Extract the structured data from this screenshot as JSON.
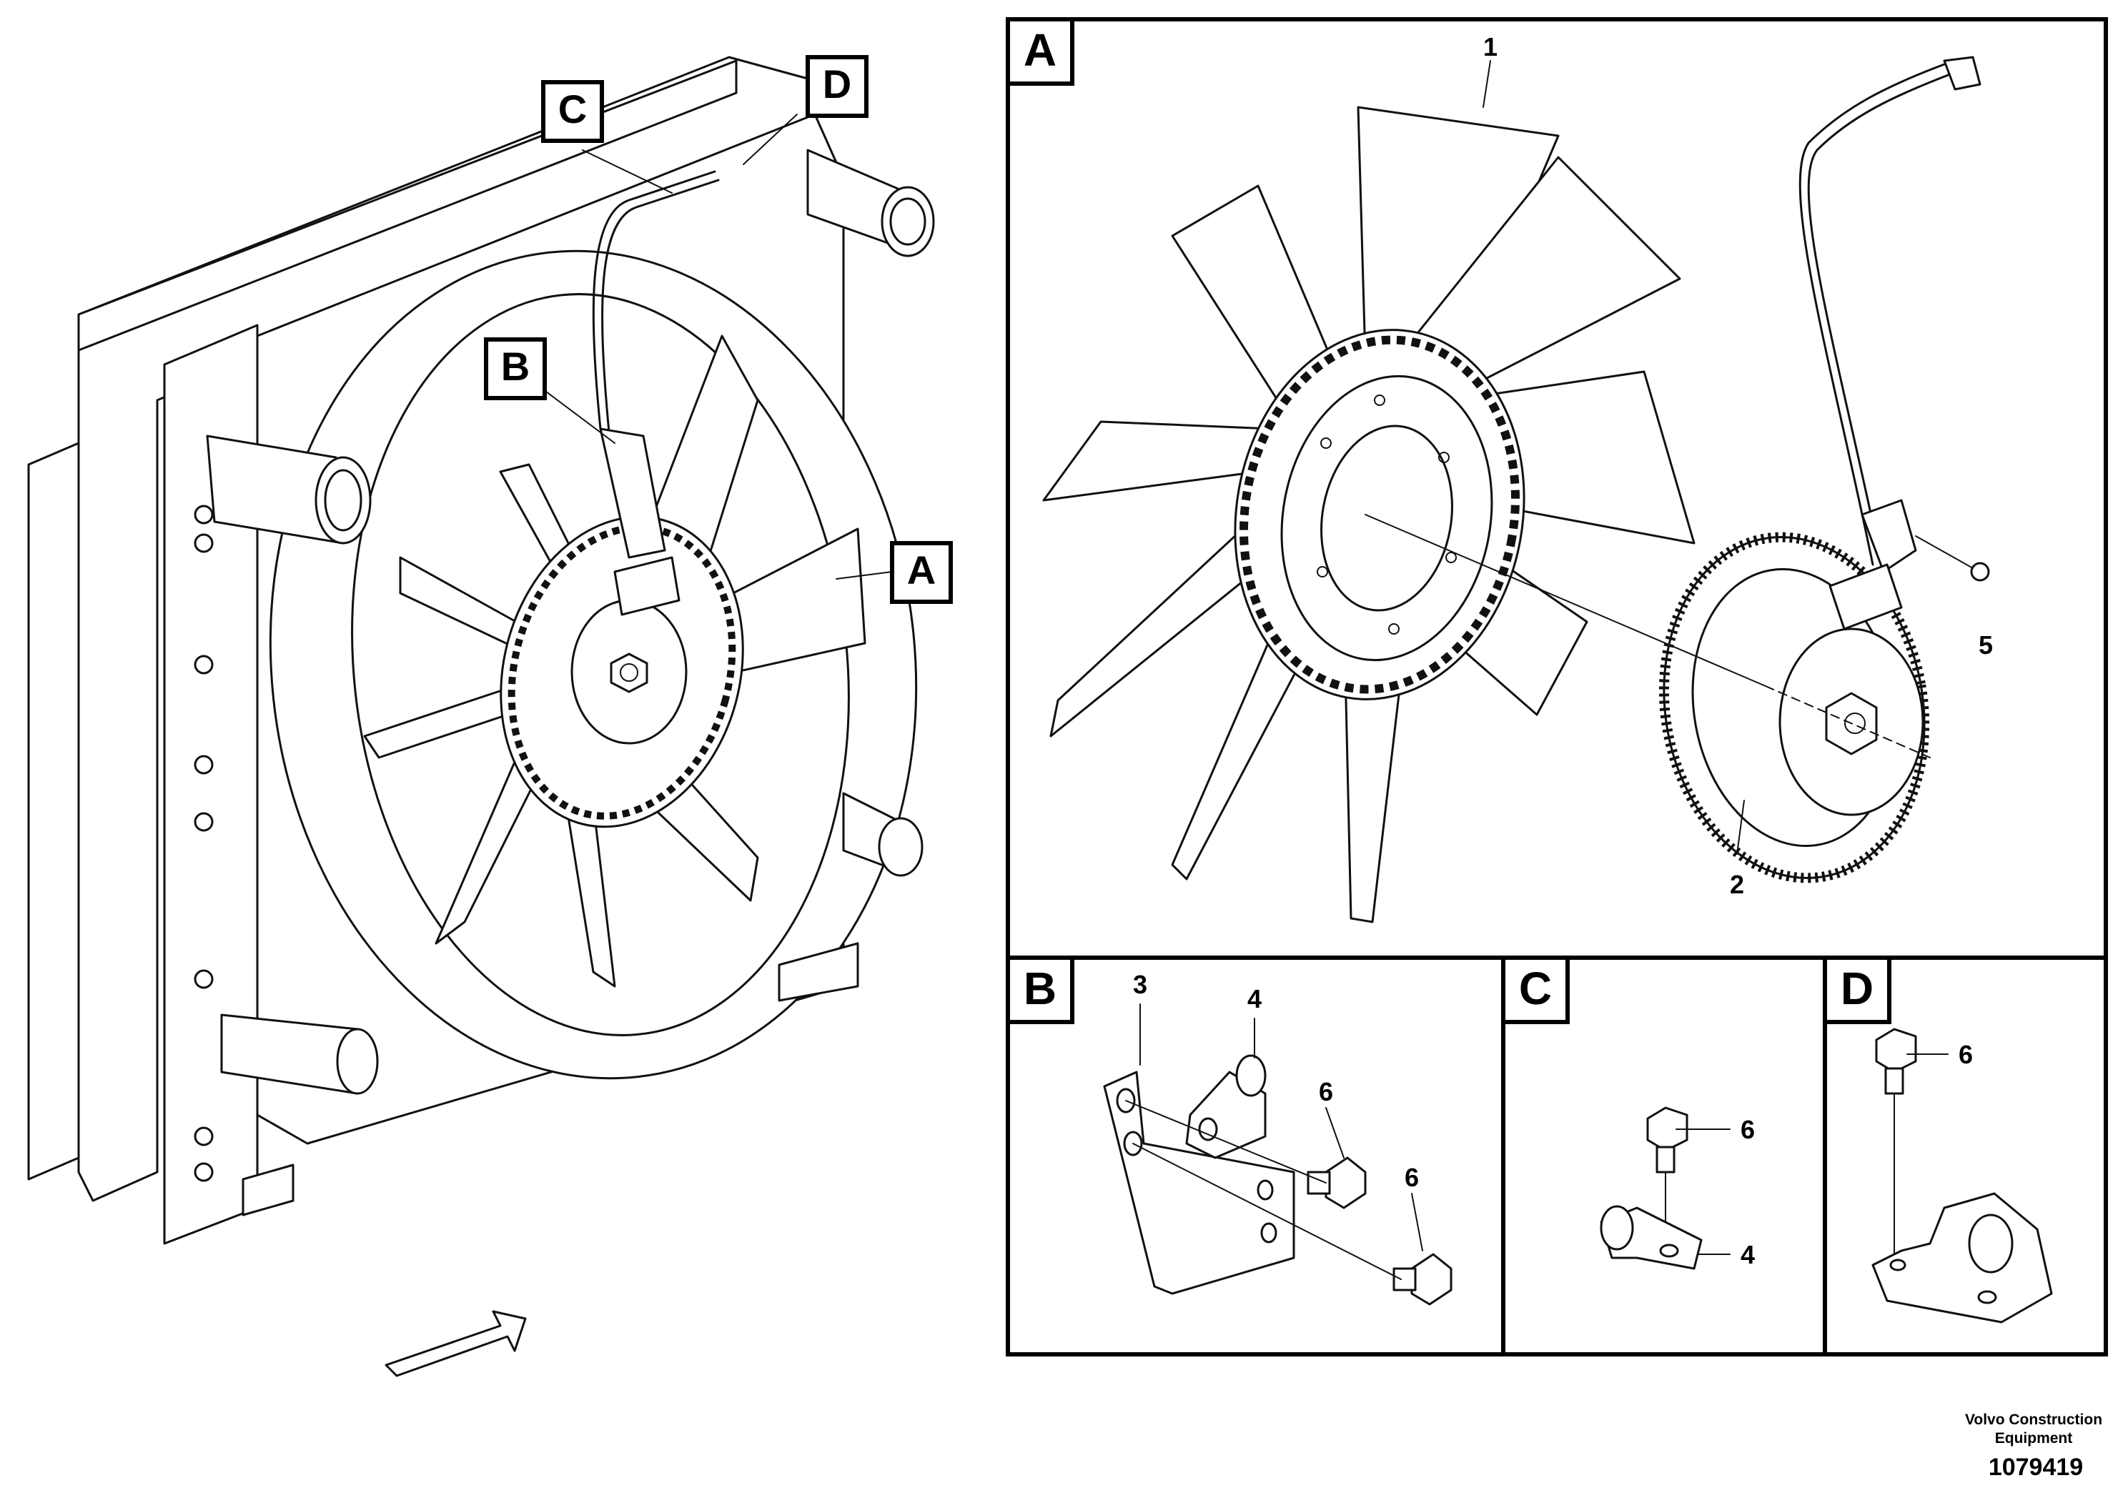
{
  "callouts": {
    "A": "A",
    "B": "B",
    "C": "C",
    "D": "D"
  },
  "panels": {
    "A": {
      "label": "A",
      "items": [
        "1",
        "2",
        "5"
      ]
    },
    "B": {
      "label": "B",
      "items": [
        "3",
        "4",
        "6",
        "6"
      ]
    },
    "C": {
      "label": "C",
      "items": [
        "6",
        "4"
      ]
    },
    "D": {
      "label": "D",
      "items": [
        "6"
      ]
    }
  },
  "footer": {
    "company_line1": "Volvo Construction",
    "company_line2": "Equipment",
    "drawing_number": "1079419"
  }
}
